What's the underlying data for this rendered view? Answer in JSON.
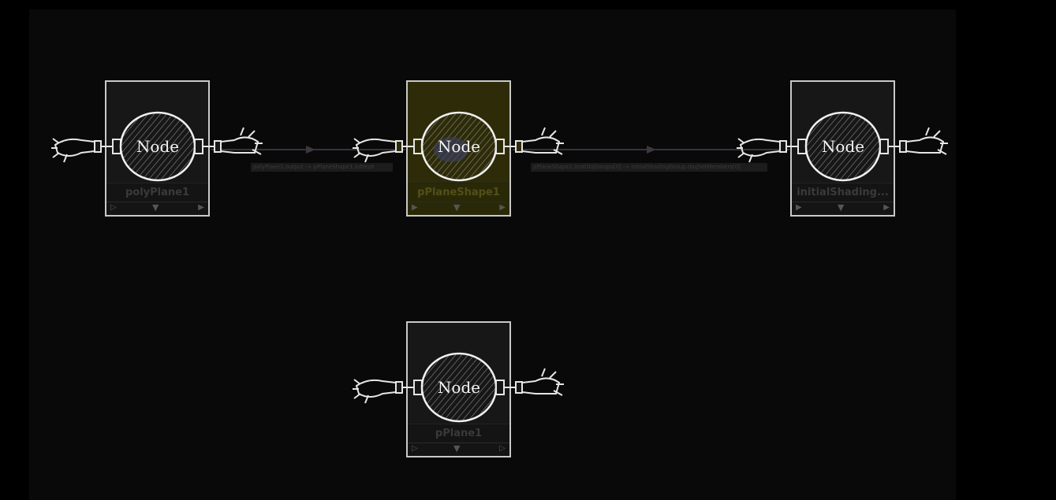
{
  "canvas": {
    "background": "#090909"
  },
  "nodes": [
    {
      "id": "polyPlane1",
      "label": "polyPlane1",
      "icon_text": "Node",
      "selected": false,
      "icon": "node-character-icon"
    },
    {
      "id": "pPlaneShape1",
      "label": "pPlaneShape1",
      "icon_text": "Node",
      "selected": true,
      "icon": "node-character-icon"
    },
    {
      "id": "initialShading",
      "label": "initialShading...",
      "icon_text": "Node",
      "selected": false,
      "icon": "node-character-icon"
    },
    {
      "id": "pPlane1",
      "label": "pPlane1",
      "icon_text": "Node",
      "selected": false,
      "icon": "node-character-icon"
    }
  ],
  "connections": [
    {
      "from": "polyPlane1",
      "to": "pPlaneShape1",
      "label": "polyPlane1.output -> pPlaneShape1.inMesh"
    },
    {
      "from": "pPlaneShape1",
      "to": "initialShading",
      "label": "pPlaneShape1.instObjGroups[0] -> initialShadingGroup.dagSetMembers[0]"
    }
  ],
  "controls": {
    "left_glyph": "▷",
    "mid_glyph": "▼",
    "right_glyph": "▶"
  },
  "colors": {
    "node_border": "#c9c9c9",
    "selected_fill": "#2e2c08",
    "edge": "#4a3f4d"
  }
}
